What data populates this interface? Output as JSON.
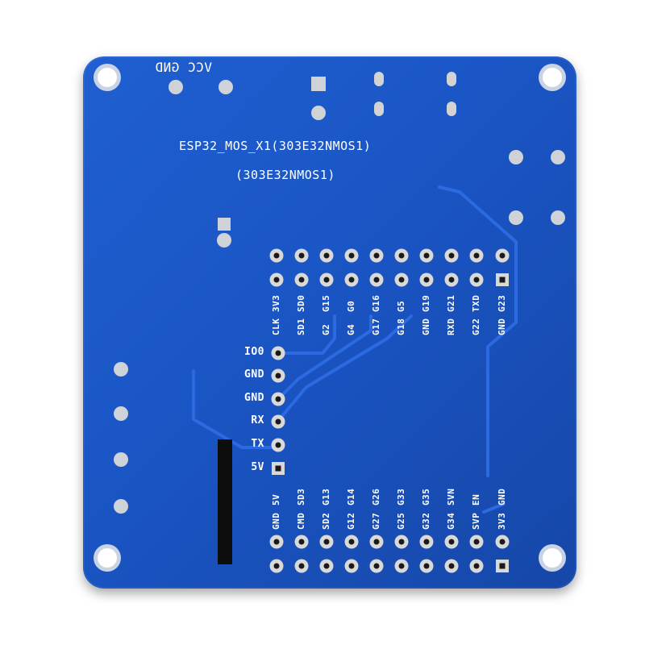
{
  "board": {
    "colors": {
      "pcb": "#1a55c4",
      "silkscreen": "#ffffff",
      "pad": "#d9d9d9",
      "hole": "#ffffff"
    },
    "top_mirrored_text": "VCC GND",
    "title": "ESP32_MOS_X1(303E32NMOS1)",
    "subtitle": "(303E32NMOS1)",
    "top_header": {
      "row1_labels": [
        "3V3",
        "SD0",
        "G15",
        "G0",
        "G16",
        "G5",
        "G19",
        "G21",
        "TXD",
        "G23"
      ],
      "row2_labels": [
        "CLK",
        "SD1",
        "G2",
        "G4",
        "G17",
        "G18",
        "GND",
        "RXD",
        "G22",
        "GND"
      ]
    },
    "side_header": {
      "labels": [
        "IO0",
        "GND",
        "GND",
        "RX",
        "TX",
        "5V"
      ]
    },
    "bottom_header": {
      "row1_labels": [
        "5V",
        "SD3",
        "G13",
        "G14",
        "G26",
        "G33",
        "G35",
        "SVN",
        "EN",
        "GND"
      ],
      "row2_labels": [
        "GND",
        "CMD",
        "SD2",
        "G12",
        "G27",
        "G25",
        "G32",
        "G34",
        "SVP",
        "3V3"
      ]
    }
  }
}
